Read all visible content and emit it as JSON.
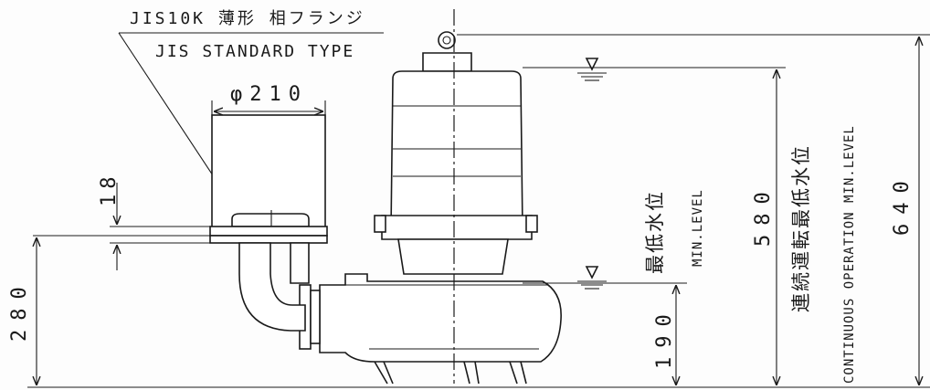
{
  "annotations": {
    "flange_jp": "JIS10K 薄形 相フランジ",
    "flange_en": "JIS STANDARD TYPE",
    "diameter": "φ210",
    "dim_18": "18",
    "dim_280": "280",
    "min_level_jp": "最低水位",
    "min_level_en": "MIN.LEVEL",
    "dim_190": "190",
    "dim_580": "580",
    "cont_jp": "連続運転最低水位",
    "cont_en": "CONTINUOUS OPERATION MIN.LEVEL",
    "dim_640": "640"
  }
}
